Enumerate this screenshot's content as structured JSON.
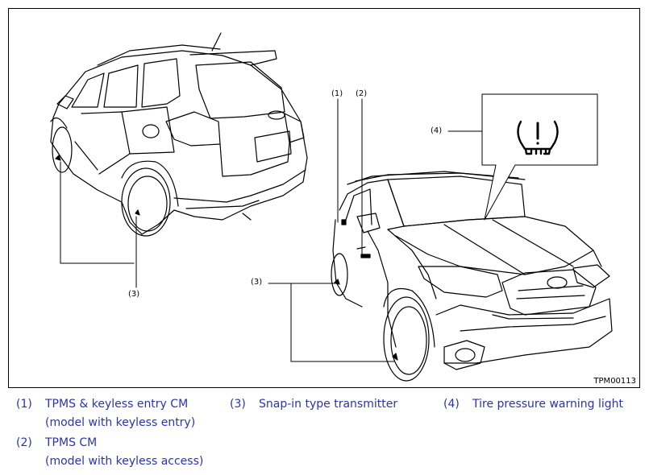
{
  "figure": {
    "id": "TPM00113",
    "callouts": [
      "(1)",
      "(2)",
      "(3)",
      "(4)"
    ]
  },
  "legend": [
    {
      "num": "(1)",
      "line1": "TPMS & keyless entry CM",
      "line2": "(model with keyless entry)"
    },
    {
      "num": "(2)",
      "line1": "TPMS CM",
      "line2": "(model with keyless access)"
    },
    {
      "num": "(3)",
      "line1": "Snap-in type transmitter"
    },
    {
      "num": "(4)",
      "line1": "Tire pressure warning light"
    }
  ],
  "colors": {
    "legend_text": "#2b33b3",
    "line_art": "#000000"
  },
  "icons": [
    "tire-pressure-warning-icon"
  ]
}
